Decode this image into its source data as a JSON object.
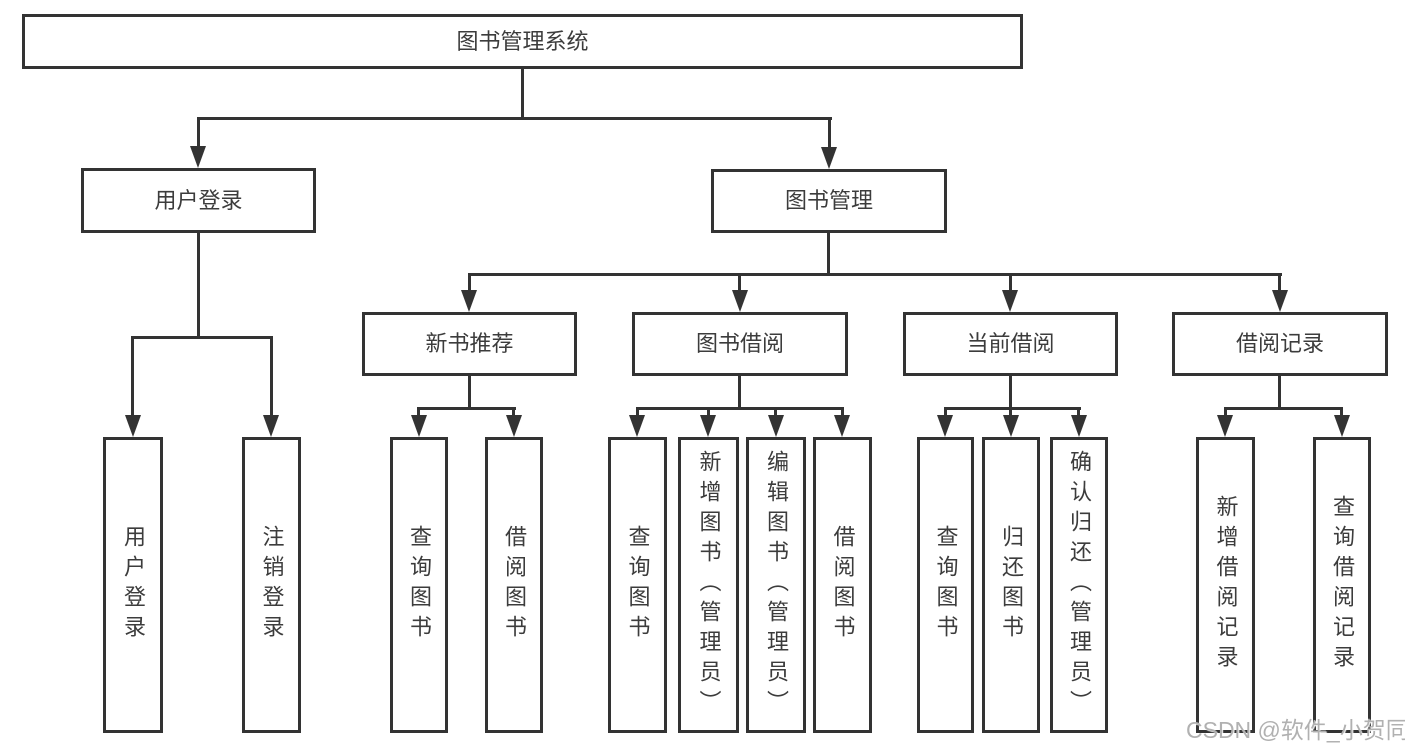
{
  "title": "图书管理系统",
  "watermark": "CSDN @软件_小贺同学",
  "colors": {
    "line": "#333333",
    "text": "#3c3c3c",
    "bg": "#ffffff",
    "watermark": "#b1b1b1"
  },
  "nodes": {
    "root": {
      "label": "图书管理系统"
    },
    "user_login": {
      "label": "用户登录",
      "parent": "root"
    },
    "book_mgmt": {
      "label": "图书管理",
      "parent": "root"
    },
    "new_book_rec": {
      "label": "新书推荐",
      "parent": "book_mgmt"
    },
    "book_borrow": {
      "label": "图书借阅",
      "parent": "book_mgmt"
    },
    "current_borrow": {
      "label": "当前借阅",
      "parent": "book_mgmt"
    },
    "borrow_record": {
      "label": "借阅记录",
      "parent": "book_mgmt"
    },
    "login": {
      "label": "用户登录",
      "parent": "user_login"
    },
    "logout": {
      "label": "注销登录",
      "parent": "user_login"
    },
    "nbr_query": {
      "label": "查询图书",
      "parent": "new_book_rec"
    },
    "nbr_borrow": {
      "label": "借阅图书",
      "parent": "new_book_rec"
    },
    "bb_query": {
      "label": "查询图书",
      "parent": "book_borrow"
    },
    "bb_add": {
      "label": "新增图书（管理员）",
      "parent": "book_borrow"
    },
    "bb_edit": {
      "label": "编辑图书（管理员）",
      "parent": "book_borrow"
    },
    "bb_borrow": {
      "label": "借阅图书",
      "parent": "book_borrow"
    },
    "cb_query": {
      "label": "查询图书",
      "parent": "current_borrow"
    },
    "cb_return": {
      "label": "归还图书",
      "parent": "current_borrow"
    },
    "cb_confirm": {
      "label": "确认归还（管理员）",
      "parent": "current_borrow"
    },
    "br_add": {
      "label": "新增借阅记录",
      "parent": "borrow_record"
    },
    "br_query": {
      "label": "查询借阅记录",
      "parent": "borrow_record"
    }
  }
}
